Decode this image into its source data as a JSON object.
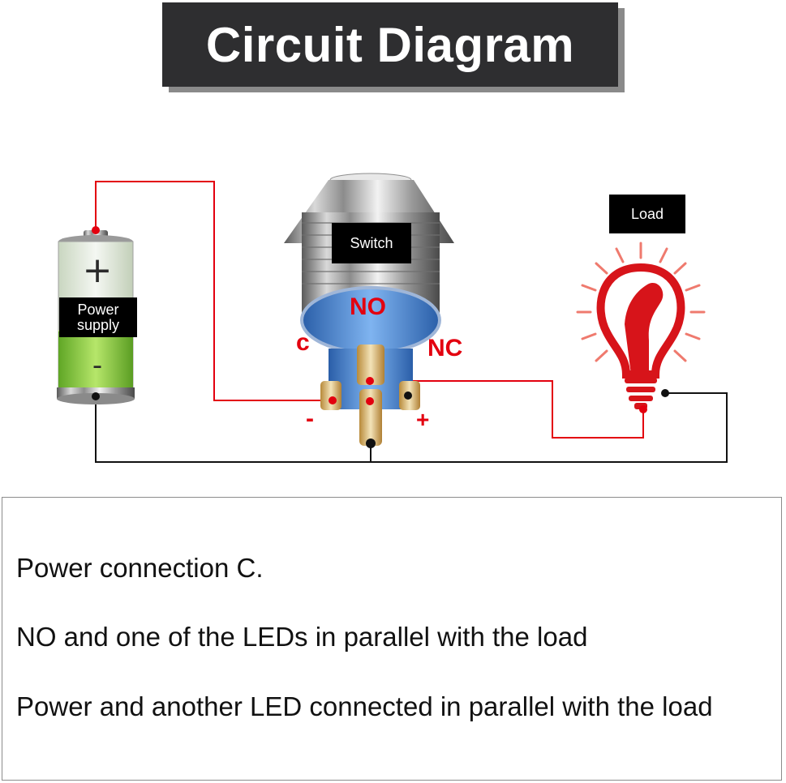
{
  "title": "Circuit Diagram",
  "labels": {
    "power_supply_line1": "Power",
    "power_supply_line2": "supply",
    "switch": "Switch",
    "load": "Load"
  },
  "pins": {
    "no": "NO",
    "c": "c",
    "nc": "NC",
    "minus": "-",
    "plus": "+"
  },
  "battery": {
    "plus_symbol": "+",
    "minus_symbol": "-"
  },
  "notes": [
    "Power connection  C.",
    "NO and one of the LEDs in parallel with the load",
    "Power and another LED connected in parallel with the load"
  ],
  "colors": {
    "wire_red": "#e3000f",
    "wire_black": "#111111",
    "title_bg": "#2e2e30",
    "label_bg": "#000000",
    "battery_green": "#8ccc3a",
    "load_red": "#d7141a",
    "switch_blue": "#3d7ed6"
  }
}
